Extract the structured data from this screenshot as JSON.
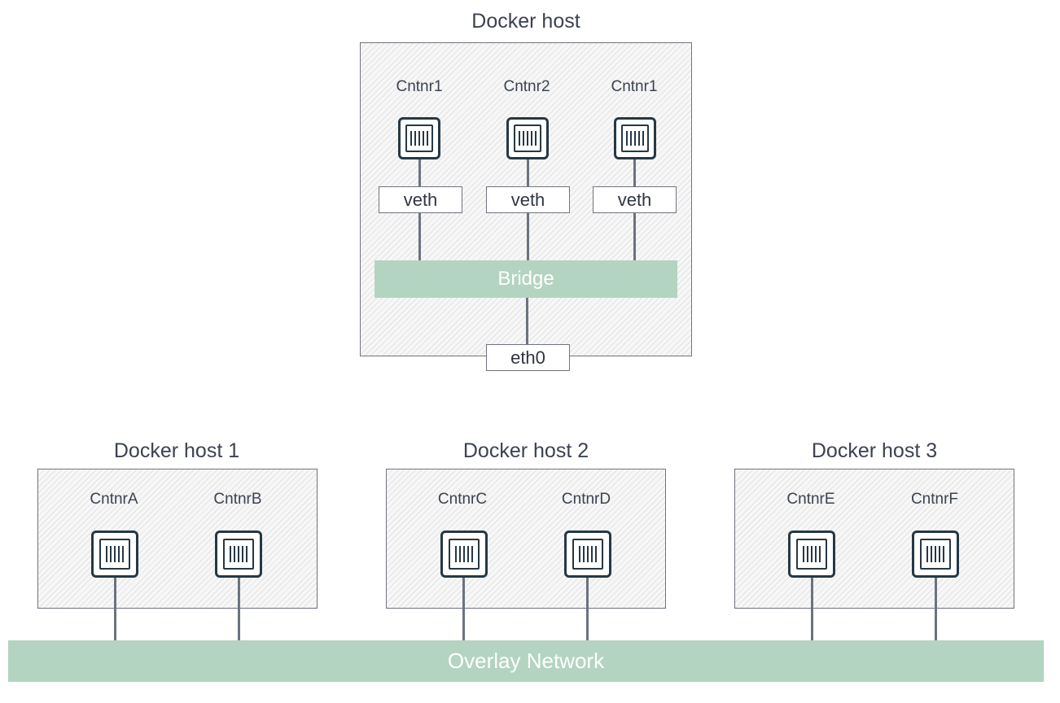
{
  "top": {
    "title": "Docker host",
    "containers": [
      {
        "name": "Cntnr1",
        "port": "veth"
      },
      {
        "name": "Cntnr2",
        "port": "veth"
      },
      {
        "name": "Cntnr1",
        "port": "veth"
      }
    ],
    "bridge": "Bridge",
    "nic": "eth0"
  },
  "hosts": [
    {
      "title": "Docker host 1",
      "containers": [
        "CntnrA",
        "CntnrB"
      ]
    },
    {
      "title": "Docker host 2",
      "containers": [
        "CntnrC",
        "CntnrD"
      ]
    },
    {
      "title": "Docker host 3",
      "containers": [
        "CntnrE",
        "CntnrF"
      ]
    }
  ],
  "overlay": "Overlay Network",
  "colors": {
    "band": "#b3d4c1",
    "container_stroke": "#263845",
    "line": "#6b7280"
  }
}
